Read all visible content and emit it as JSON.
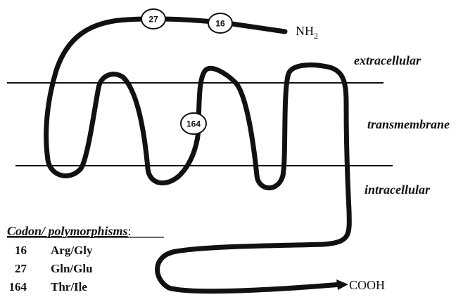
{
  "terminals": {
    "n_terminus_main": "NH",
    "n_terminus_sub": "2",
    "c_terminus": "COOH"
  },
  "regions": {
    "extracellular": "extracellular",
    "transmembrane": "transmembrane",
    "intracellular": "intracellular"
  },
  "markers": [
    "27",
    "16",
    "164"
  ],
  "legend": {
    "heading": "Codon/ polymorphisms",
    "colon": ":",
    "rows": [
      {
        "codon": "16",
        "change": "Arg/Gly"
      },
      {
        "codon": "27",
        "change": "Gln/Glu"
      },
      {
        "codon": "164",
        "change": "Thr/Ile"
      }
    ]
  }
}
